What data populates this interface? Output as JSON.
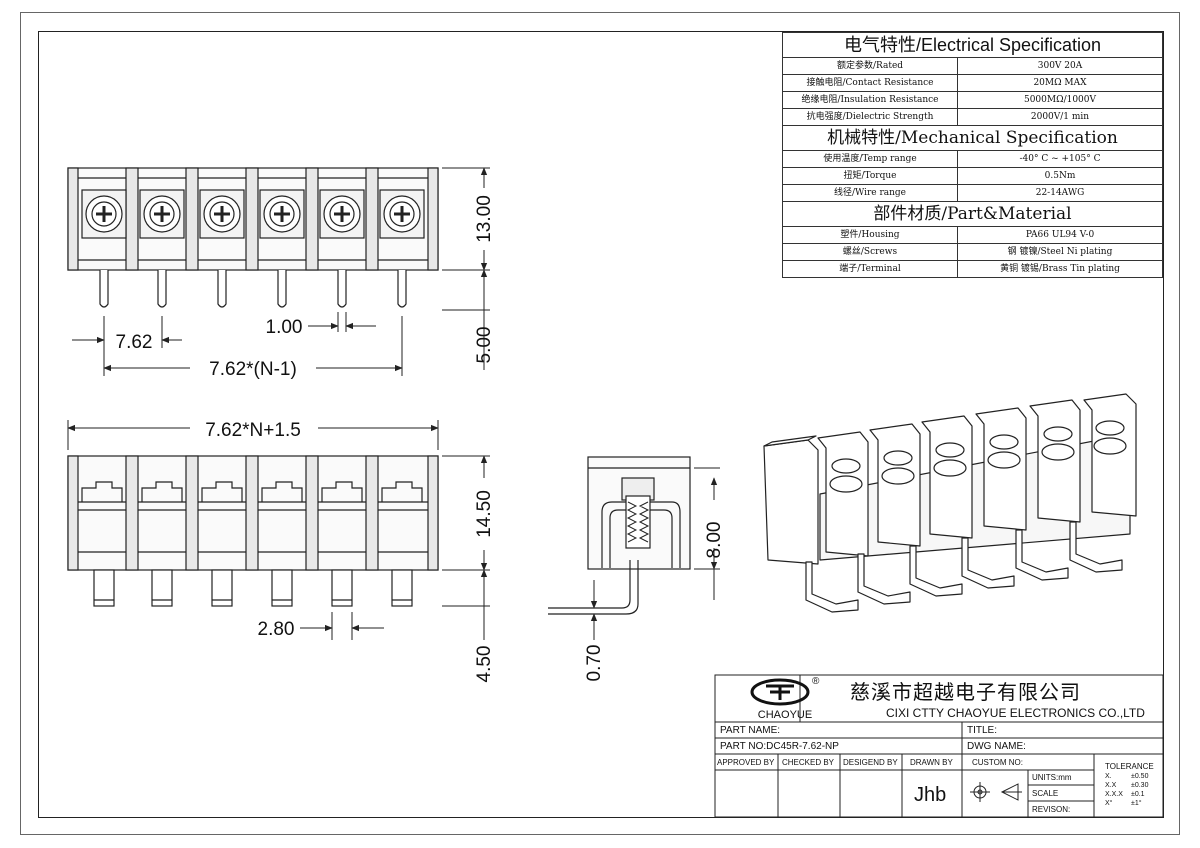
{
  "spec": {
    "electrical_title": "电气特性/Electrical Specification",
    "rows_electrical": [
      {
        "label": "额定参数/Rated",
        "value": "300V  20A"
      },
      {
        "label": "接触电阻/Contact Resistance",
        "value": "20MΩ MAX"
      },
      {
        "label": "绝缘电阻/Insulation Resistance",
        "value": "5000MΩ/1000V"
      },
      {
        "label": "抗电强度/Dielectric Strength",
        "value": "2000V/1 min"
      }
    ],
    "mechanical_title": "机械特性/Mechanical Specification",
    "rows_mechanical": [
      {
        "label": "使用温度/Temp range",
        "value": "-40° C ~ +105° C"
      },
      {
        "label": "扭矩/Torque",
        "value": "0.5Nm"
      },
      {
        "label": "线径/Wire range",
        "value": "22-14AWG"
      }
    ],
    "material_title": "部件材质/Part&Material",
    "rows_material": [
      {
        "label": "塑件/Housing",
        "value": "PA66 UL94 V-0"
      },
      {
        "label": "螺丝/Screws",
        "value": "钢 镀镍/Steel Ni plating"
      },
      {
        "label": "端子/Terminal",
        "value": "黄铜 镀锡/Brass Tin  plating"
      }
    ]
  },
  "dimensions": {
    "top_height": "13.00",
    "pin_length": "5.00",
    "pitch": "7.62",
    "pin_width": "1.00",
    "span": "7.62*(N-1)",
    "overall_width": "7.62*N+1.5",
    "front_height": "14.50",
    "pin_gap": "2.80",
    "front_pin": "4.50",
    "side_height": "8.00",
    "side_thickness": "0.70"
  },
  "title_block": {
    "company_cn": "慈溪市超越电子有限公司",
    "company_en": "CIXI CTTY CHAOYUE ELECTRONICS CO.,LTD",
    "logo_text": "CHAOYUE",
    "logo_mark": "®",
    "part_name_label": "PART NAME:",
    "title_label": "TITLE:",
    "part_no_label": "PART NO:DC45R-7.62-NP",
    "dwg_name_label": "DWG NAME:",
    "approved_by": "APPROVED BY",
    "checked_by": "CHECKED BY",
    "designed_by": "DESIGEND BY",
    "drawn_by": "DRAWN BY",
    "drawn_by_value": "Jhb",
    "custom_no": "CUSTOM NO:",
    "units": "UNITS:mm",
    "scale": "SCALE",
    "revision": "REVISON:",
    "tolerance_title": "TOLERANCE",
    "tolerances": [
      {
        "k": "X.",
        "v": "±0.50"
      },
      {
        "k": "X.X",
        "v": "±0.30"
      },
      {
        "k": "X.X.X",
        "v": "±0.1"
      },
      {
        "k": "X°",
        "v": "±1°"
      }
    ]
  },
  "colors": {
    "line": "#222222",
    "fill_dark": "#dcdcdc",
    "fill_mid": "#eeeeee"
  }
}
